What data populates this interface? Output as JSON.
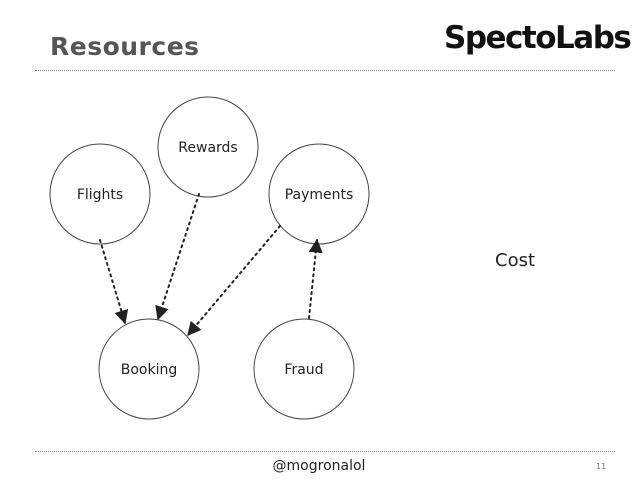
{
  "slide": {
    "title": "Resources",
    "logo": "SpectoLabs",
    "side_label": "Cost",
    "footer_handle": "@mogronalol",
    "page_number": "11"
  },
  "diagram": {
    "nodes": [
      {
        "id": "flights",
        "label": "Flights"
      },
      {
        "id": "rewards",
        "label": "Rewards"
      },
      {
        "id": "payments",
        "label": "Payments"
      },
      {
        "id": "booking",
        "label": "Booking"
      },
      {
        "id": "fraud",
        "label": "Fraud"
      }
    ],
    "edges": [
      {
        "from": "flights",
        "to": "booking"
      },
      {
        "from": "rewards",
        "to": "booking"
      },
      {
        "from": "payments",
        "to": "booking"
      },
      {
        "from": "fraud",
        "to": "payments"
      }
    ]
  }
}
